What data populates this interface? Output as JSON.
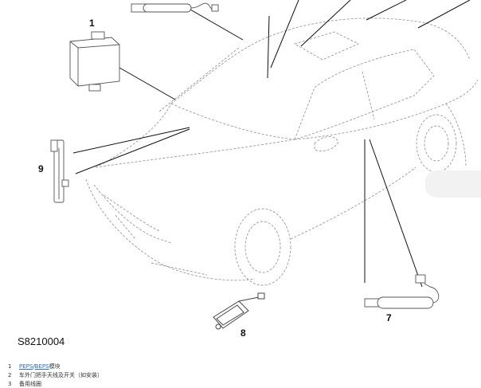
{
  "callouts": {
    "c1": "1",
    "c7": "7",
    "c8": "8",
    "c9": "9"
  },
  "figure_id": "S8210004",
  "legend": [
    {
      "num": "1",
      "link1": "PEPS",
      "sep": "/",
      "link2": "BEPS",
      "text": "模块"
    },
    {
      "num": "2",
      "text": "车外门把手天线及开关（如安装）"
    },
    {
      "num": "3",
      "text": "备用线圈"
    }
  ]
}
